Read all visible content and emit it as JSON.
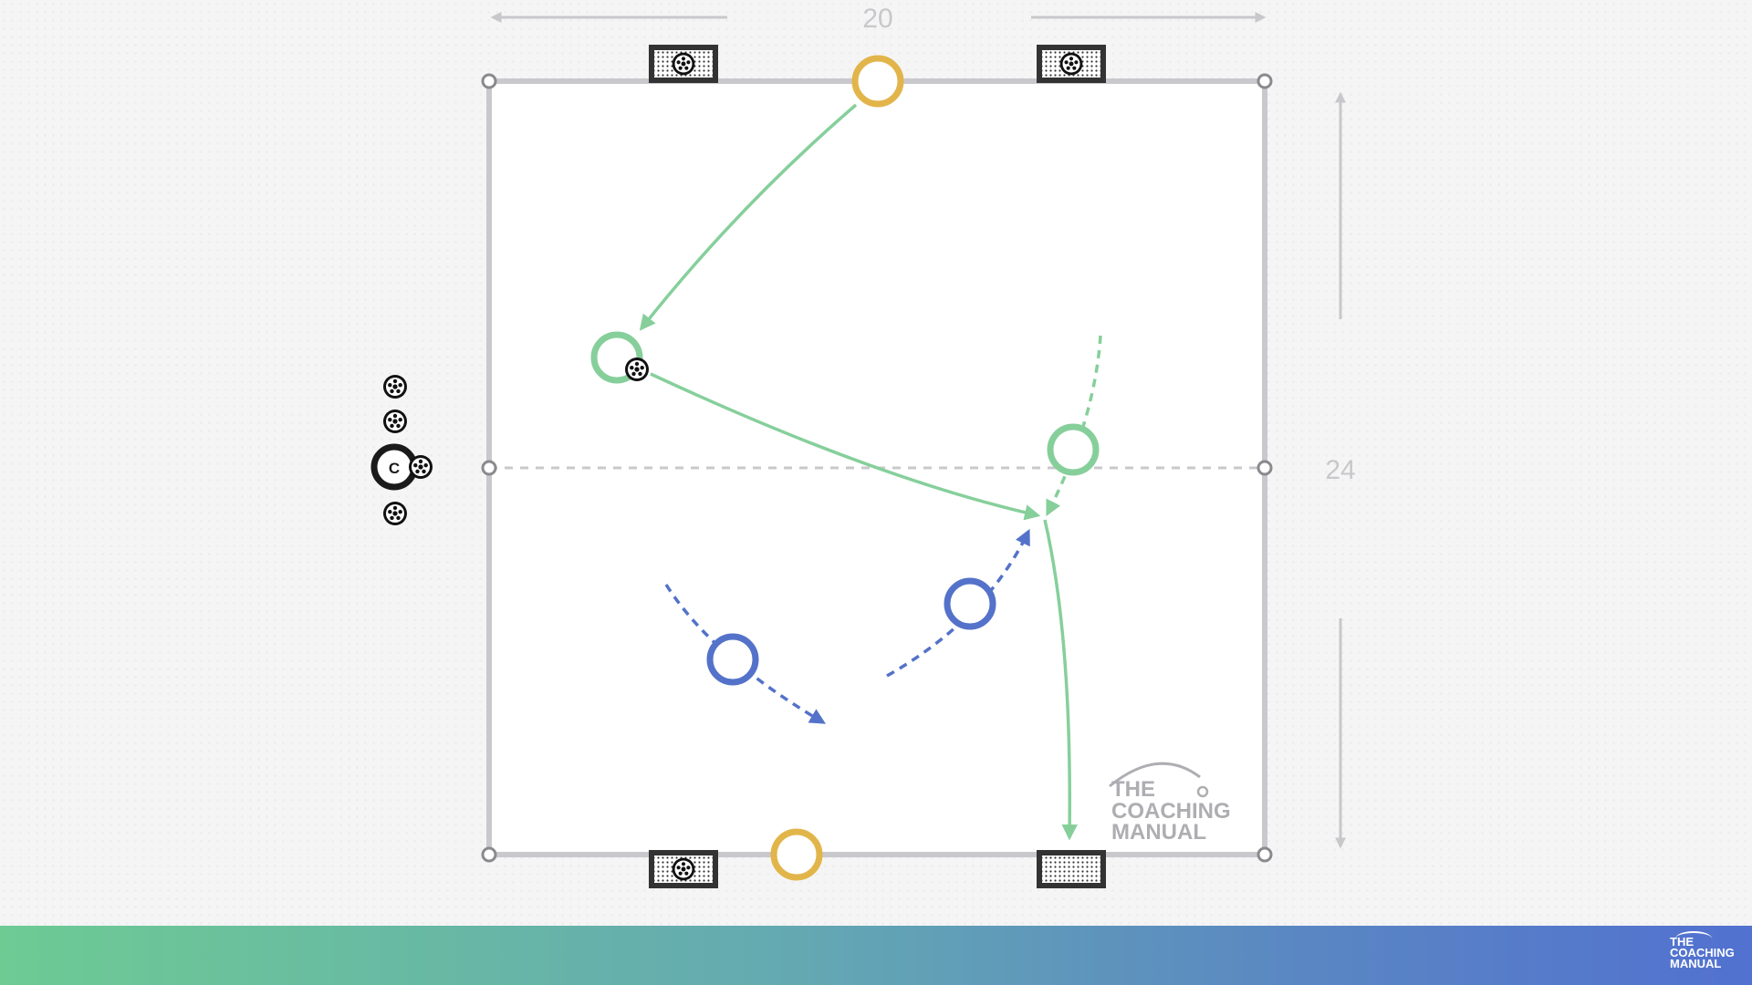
{
  "dimensions": {
    "width_label": "20",
    "length_label": "24"
  },
  "coach": {
    "label": "C"
  },
  "logo": {
    "line1": "THE",
    "line2": "COACHING",
    "line3": "MANUAL"
  },
  "footer_logo": {
    "line1": "THE",
    "line2": "COACHING",
    "line3": "MANUAL"
  },
  "colors": {
    "pitch_line": "#c9c8cc",
    "neutral_player": "#e2b54b",
    "attacker": "#86cf9b",
    "defender": "#5472c9",
    "coach": "#1a1a1a",
    "goal": "#333333",
    "footer_gradient": [
      "#6dcb93",
      "#5271d0"
    ]
  },
  "legend_icons": [
    "mini-goal-icon",
    "ball-icon",
    "coach-icon",
    "player-icon"
  ]
}
